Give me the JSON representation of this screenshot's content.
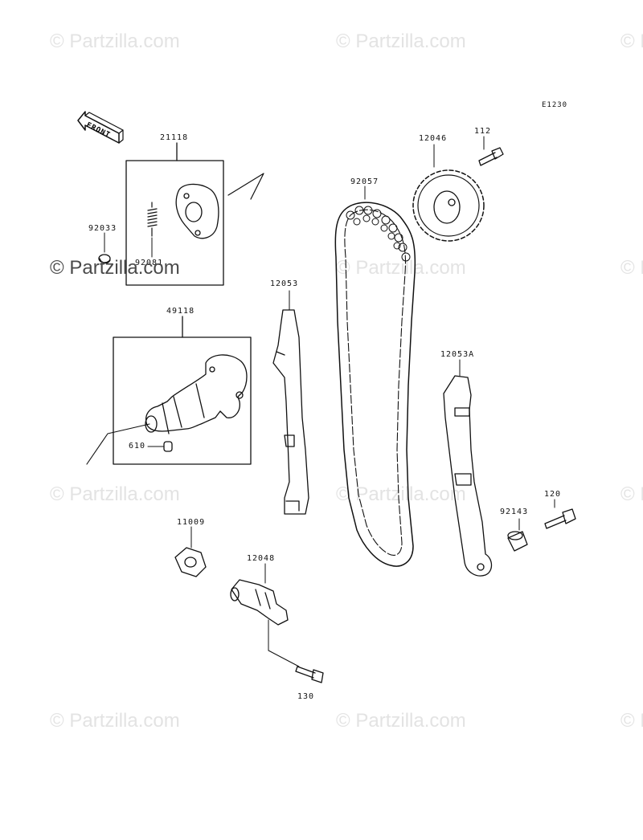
{
  "diagram_code": "E1230",
  "front_label": "FRONT",
  "watermark": "© Partzilla.com",
  "parts": {
    "p21118": "21118",
    "p92033": "92033",
    "p92081": "92081",
    "p49118": "49118",
    "p610": "610",
    "p12053": "12053",
    "p92057": "92057",
    "p12046": "12046",
    "p112": "112",
    "p12053A": "12053A",
    "p92143": "92143",
    "p120": "120",
    "p11009": "11009",
    "p12048": "12048",
    "p130": "130"
  }
}
